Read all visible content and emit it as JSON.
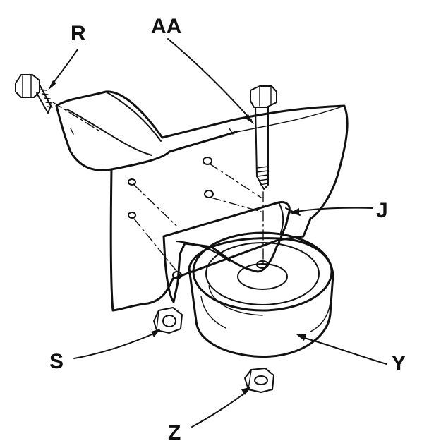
{
  "colors": {
    "ink": "#111111",
    "background": "#ffffff"
  },
  "labels": {
    "r": "R",
    "aa": "AA",
    "j": "J",
    "s": "S",
    "y": "Y",
    "z": "Z"
  }
}
